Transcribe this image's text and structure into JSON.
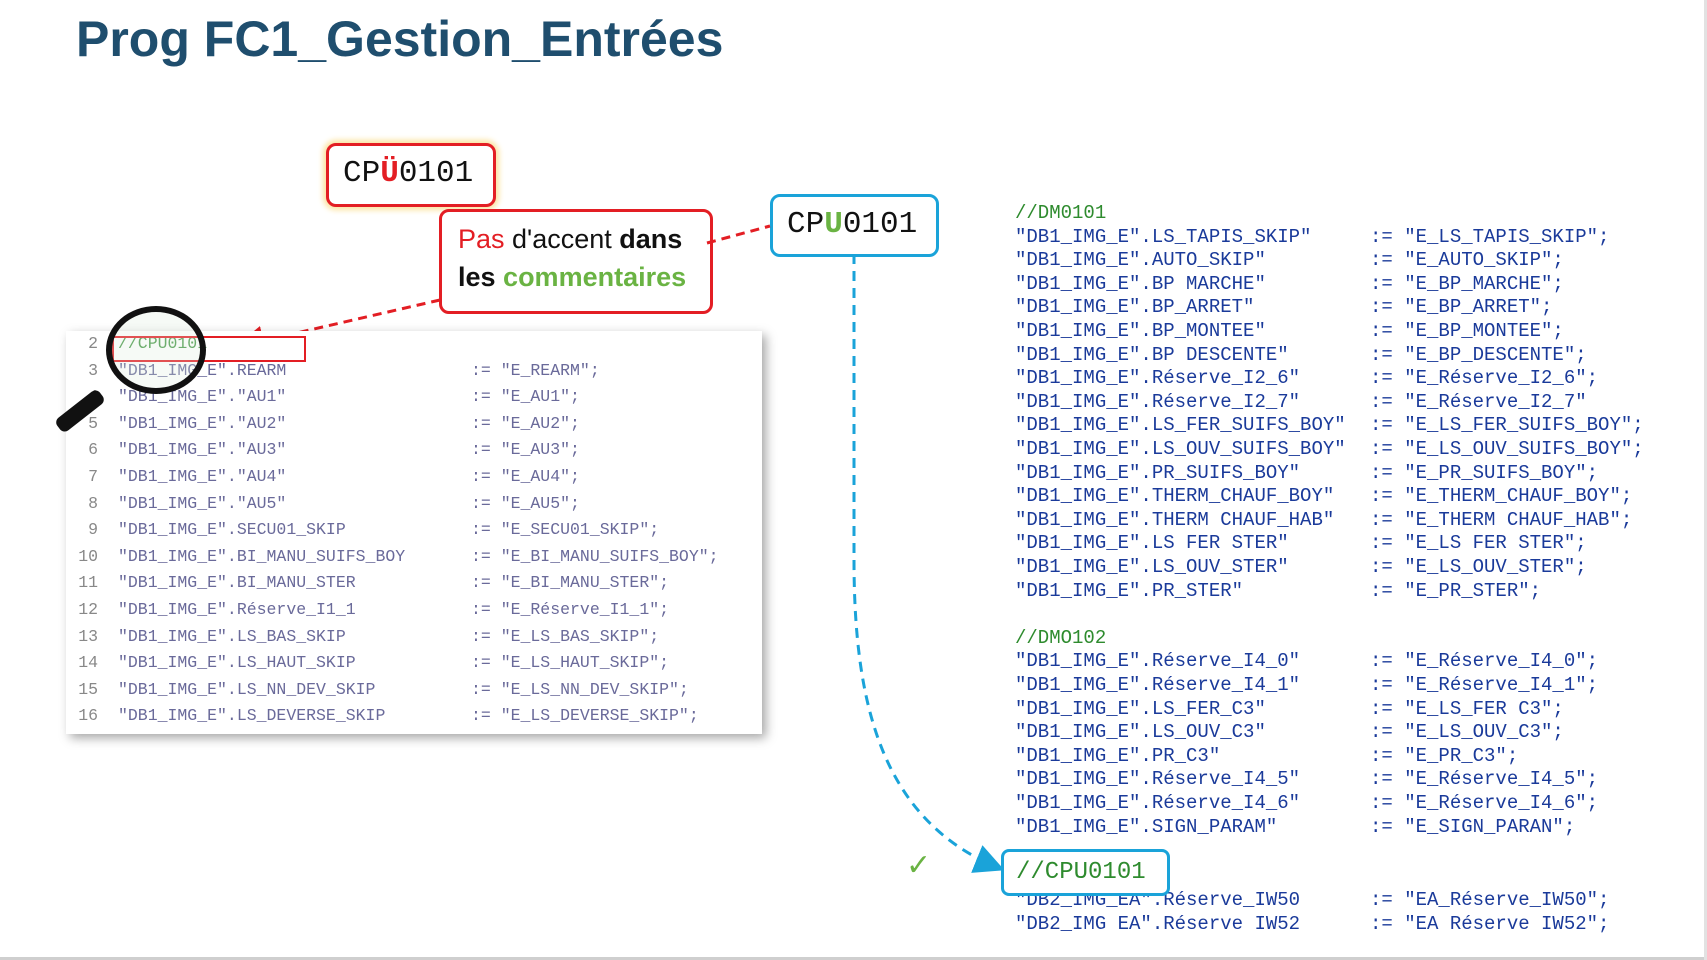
{
  "title": "Prog FC1_Gestion_Entrées",
  "cpu_accent": {
    "pre": "CP",
    "uml": "Ü",
    "post": "0101"
  },
  "note": {
    "w1": "Pas",
    "w2": " d'accent ",
    "w3": "dans",
    "w4": "les",
    "w5": " commentaires"
  },
  "cpu_fixed": {
    "pre": "CP",
    "u": "U",
    "post": "0101"
  },
  "screenshot": {
    "rows": [
      {
        "ln": "2",
        "a": "//CPU0101",
        "b": "",
        "comment": true
      },
      {
        "ln": "3",
        "a": "\"DB1_IMG_E\".REARM",
        "b": ":= \"E_REARM\";"
      },
      {
        "ln": "4",
        "a": "\"DB1_IMG_E\".\"AU1\"",
        "b": ":= \"E_AU1\";"
      },
      {
        "ln": "5",
        "a": "\"DB1_IMG_E\".\"AU2\"",
        "b": ":= \"E_AU2\";"
      },
      {
        "ln": "6",
        "a": "\"DB1_IMG_E\".\"AU3\"",
        "b": ":= \"E_AU3\";"
      },
      {
        "ln": "7",
        "a": "\"DB1_IMG_E\".\"AU4\"",
        "b": ":= \"E_AU4\";"
      },
      {
        "ln": "8",
        "a": "\"DB1_IMG_E\".\"AU5\"",
        "b": ":= \"E_AU5\";"
      },
      {
        "ln": "9",
        "a": "\"DB1_IMG_E\".SECU01_SKIP",
        "b": ":= \"E_SECU01_SKIP\";"
      },
      {
        "ln": "10",
        "a": "\"DB1_IMG_E\".BI_MANU_SUIFS_BOY",
        "b": ":= \"E_BI_MANU_SUIFS_BOY\";"
      },
      {
        "ln": "11",
        "a": "\"DB1_IMG_E\".BI_MANU_STER",
        "b": ":= \"E_BI_MANU_STER\";"
      },
      {
        "ln": "12",
        "a": "\"DB1_IMG_E\".Réserve_I1_1",
        "b": ":= \"E_Réserve_I1_1\";"
      },
      {
        "ln": "13",
        "a": "\"DB1_IMG_E\".LS_BAS_SKIP",
        "b": ":= \"E_LS_BAS_SKIP\";"
      },
      {
        "ln": "14",
        "a": "\"DB1_IMG_E\".LS_HAUT_SKIP",
        "b": ":= \"E_LS_HAUT_SKIP\";"
      },
      {
        "ln": "15",
        "a": "\"DB1_IMG_E\".LS_NN_DEV_SKIP",
        "b": ":= \"E_LS_NN_DEV_SKIP\";"
      },
      {
        "ln": "16",
        "a": "\"DB1_IMG_E\".LS_DEVERSE_SKIP",
        "b": ":= \"E_LS_DEVERSE_SKIP\";"
      }
    ]
  },
  "code": {
    "dm0101_comment": "//DM0101",
    "dm0101": [
      {
        "a": "\"DB1_IMG_E\".LS_TAPIS_SKIP\"",
        "b": ":= \"E_LS_TAPIS_SKIP\";"
      },
      {
        "a": "\"DB1_IMG_E\".AUTO_SKIP\"",
        "b": ":= \"E_AUTO_SKIP\";"
      },
      {
        "a": "\"DB1_IMG_E\".BP MARCHE\"",
        "b": ":= \"E_BP_MARCHE\";"
      },
      {
        "a": "\"DB1_IMG_E\".BP_ARRET\"",
        "b": ":= \"E_BP_ARRET\";"
      },
      {
        "a": "\"DB1_IMG_E\".BP_MONTEE\"",
        "b": ":= \"E_BP_MONTEE\";"
      },
      {
        "a": "\"DB1_IMG_E\".BP DESCENTE\"",
        "b": ":= \"E_BP_DESCENTE\";"
      },
      {
        "a": "\"DB1_IMG_E\".Réserve_I2_6\"",
        "b": ":= \"E_Réserve_I2_6\";"
      },
      {
        "a": "\"DB1_IMG_E\".Réserve_I2_7\"",
        "b": ":= \"E_Réserve_I2_7\""
      },
      {
        "a": "\"DB1_IMG_E\".LS_FER_SUIFS_BOY\"",
        "b": ":= \"E_LS_FER_SUIFS_BOY\";"
      },
      {
        "a": "\"DB1_IMG_E\".LS_OUV_SUIFS_BOY\"",
        "b": ":= \"E_LS_OUV_SUIFS_BOY\";"
      },
      {
        "a": "\"DB1_IMG_E\".PR_SUIFS_BOY\"",
        "b": ":= \"E_PR_SUIFS_BOY\";"
      },
      {
        "a": "\"DB1_IMG_E\".THERM_CHAUF_BOY\"",
        "b": ":= \"E_THERM_CHAUF_BOY\";"
      },
      {
        "a": "\"DB1_IMG_E\".THERM CHAUF_HAB\"",
        "b": ":= \"E_THERM CHAUF_HAB\";"
      },
      {
        "a": "\"DB1_IMG_E\".LS FER STER\"",
        "b": ":= \"E_LS FER STER\";"
      },
      {
        "a": "\"DB1_IMG_E\".LS_OUV_STER\"",
        "b": ":= \"E_LS_OUV_STER\";"
      },
      {
        "a": "\"DB1_IMG_E\".PR_STER\"",
        "b": ":= \"E_PR_STER\";"
      }
    ],
    "dm0102_comment": "//DMO102",
    "dm0102": [
      {
        "a": "\"DB1_IMG_E\".Réserve_I4_0\"",
        "b": ":= \"E_Réserve_I4_0\";"
      },
      {
        "a": "\"DB1_IMG_E\".Réserve_I4_1\"",
        "b": ":= \"E_Réserve_I4_1\";"
      },
      {
        "a": "\"DB1_IMG_E\".LS_FER_C3\"",
        "b": ":= \"E_LS_FER C3\";"
      },
      {
        "a": "\"DB1_IMG_E\".LS_OUV_C3\"",
        "b": ":= \"E_LS_OUV_C3\";"
      },
      {
        "a": "\"DB1_IMG_E\".PR_C3\"",
        "b": ":= \"E_PR_C3\";"
      },
      {
        "a": "\"DB1_IMG_E\".Réserve_I4_5\"",
        "b": ":= \"E_Réserve_I4_5\";"
      },
      {
        "a": "\"DB1_IMG_E\".Réserve_I4_6\"",
        "b": ":= \"E_Réserve_I4_6\";"
      },
      {
        "a": "\"DB1_IMG_E\".SIGN_PARAM\"",
        "b": ":= \"E_SIGN_PARAN\";"
      }
    ],
    "cpu_comment": "//CPU0101",
    "cpu": [
      {
        "a": "\"DB2_IMG_EA\".Réserve_IW50",
        "b": ":= \"EA_Réserve_IW50\";"
      },
      {
        "a": "\"DB2_IMG EA\".Réserve IW52",
        "b": ":= \"EA Réserve IW52\";"
      }
    ]
  },
  "check": "✓",
  "colors": {
    "title": "#1f4e6e",
    "red": "#e31e24",
    "blue": "#1aa3d9",
    "green": "#6ab343",
    "code_blue": "#1a3a9a",
    "code_green": "#2e8b2e"
  }
}
